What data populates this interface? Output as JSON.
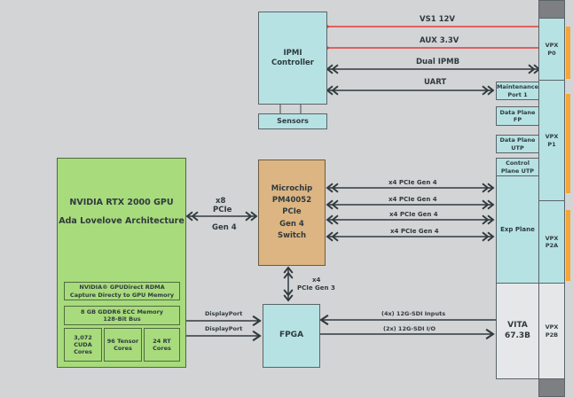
{
  "ipmi": {
    "title": "IPMI",
    "subtitle": "Controller"
  },
  "sensors": {
    "label": "Sensors"
  },
  "links_top": [
    {
      "label": "VS1 12V",
      "color": "#e53935"
    },
    {
      "label": "AUX 3.3V",
      "color": "#e53935"
    },
    {
      "label": "Dual IPMB",
      "color": "#2f3a3e"
    },
    {
      "label": "UART",
      "color": "#2f3a3e"
    }
  ],
  "gpu": {
    "title": "NVIDIA RTX 2000 GPU",
    "subtitle": "Ada Lovelove Architecture",
    "rdma_line1": "NVIDIA® GPUDirect RDMA",
    "rdma_line2": "Capture Directy to GPU Memory",
    "memory_line1": "8 GB GDDR6 ECC Memory",
    "memory_line2": "128-Bit Bus",
    "cores": [
      {
        "line1": "3,072 CUDA",
        "line2": "Cores"
      },
      {
        "line1": "96 Tensor",
        "line2": "Cores"
      },
      {
        "line1": "24 RT",
        "line2": "Cores"
      }
    ]
  },
  "gpu_link": {
    "line1": "x8",
    "line2": "PCIe",
    "line3": "Gen 4"
  },
  "switch": {
    "lines": [
      "Microchip",
      "PM40052",
      "PCIe",
      "Gen 4",
      "Switch"
    ]
  },
  "switch_links": [
    "x4 PCIe Gen 4",
    "x4 PCIe Gen 4",
    "x4 PCIe Gen 4",
    "x4 PCIe Gen 4"
  ],
  "fpga_link": {
    "line1": "x4",
    "line2": "PCIe Gen 3"
  },
  "fpga": {
    "label": "FPGA"
  },
  "displayport": [
    "DisplayPort",
    "DisplayPort"
  ],
  "sdi_links": [
    "(4x)  12G-SDI Inputs",
    "(2x)  12G-SDI I/O"
  ],
  "backplane": {
    "maintenance": {
      "line1": "Maintenance",
      "line2": "Port 1"
    },
    "data_fp": {
      "line1": "Data Plane",
      "line2": "FP"
    },
    "data_utp": {
      "line1": "Data Plane",
      "line2": "UTP"
    },
    "control_utp": {
      "line1": "Control",
      "line2": "Plane UTP"
    },
    "exp_plane": "Exp Plane",
    "vita": {
      "line1": "VITA",
      "line2": "67.3B"
    }
  },
  "vpx": [
    {
      "line1": "VPX",
      "line2": "P0"
    },
    {
      "line1": "VPX",
      "line2": "P1"
    },
    {
      "line1": "VPX",
      "line2": "P2A"
    },
    {
      "line1": "VPX",
      "line2": "P2B"
    }
  ]
}
